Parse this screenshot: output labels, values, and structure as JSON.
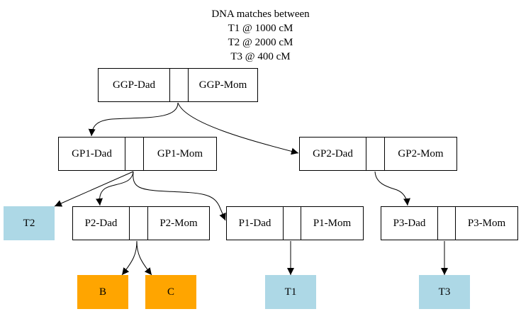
{
  "title_lines": [
    "DNA matches between",
    "T1 @ 1000 cM",
    "T2 @ 2000 cM",
    "T3 @ 400 cM"
  ],
  "colors": {
    "test_node": "#add8e6",
    "match_node": "#ffa500",
    "line": "#000000"
  },
  "couples": {
    "ggp": {
      "dad": "GGP-Dad",
      "mom": "GGP-Mom"
    },
    "gp1": {
      "dad": "GP1-Dad",
      "mom": "GP1-Mom"
    },
    "gp2": {
      "dad": "GP2-Dad",
      "mom": "GP2-Mom"
    },
    "p2": {
      "dad": "P2-Dad",
      "mom": "P2-Mom"
    },
    "p1": {
      "dad": "P1-Dad",
      "mom": "P1-Mom"
    },
    "p3": {
      "dad": "P3-Dad",
      "mom": "P3-Mom"
    }
  },
  "leaves": {
    "t2": "T2",
    "b": "B",
    "c": "C",
    "t1": "T1",
    "t3": "T3"
  },
  "edges": [
    [
      "ggp",
      "gp1"
    ],
    [
      "ggp",
      "gp2"
    ],
    [
      "gp1",
      "t2"
    ],
    [
      "gp1",
      "p2"
    ],
    [
      "gp1",
      "p1"
    ],
    [
      "gp2",
      "p3"
    ],
    [
      "p2",
      "b"
    ],
    [
      "p2",
      "c"
    ],
    [
      "p1",
      "t1"
    ],
    [
      "p3",
      "t3"
    ]
  ]
}
